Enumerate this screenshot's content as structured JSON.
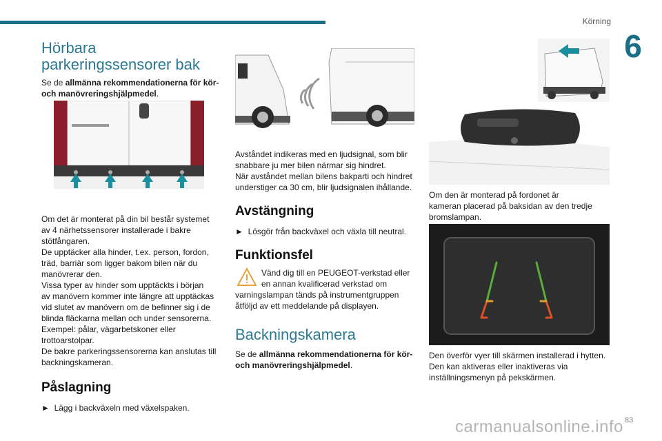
{
  "header": {
    "section_name": "Körning",
    "chapter_number": "6"
  },
  "col1": {
    "title_line1": "Hörbara",
    "title_line2": "parkeringssensorer bak",
    "ref_prefix": "Se de ",
    "ref_bold": "allmänna rekommendationerna för kör-och manövreringshjälpmedel",
    "ref_suffix": ".",
    "para1": [
      "Om det är monterat på din bil består systemet",
      "av 4 närhetssensorer installerade i bakre",
      "stötfångaren.",
      "De upptäcker alla hinder, t.ex. person, fordon,",
      "träd, barriär som ligger bakom bilen när du",
      "manövrerar den.",
      "Vissa typer av hinder som upptäckts i början",
      "av manövern kommer inte längre att upptäckas",
      "vid slutet av manövern om de befinner sig i de",
      "blinda fläckarna mellan och under sensorerna.",
      "Exempel: pålar, vägarbetskoner eller",
      "trottoarstolpar.",
      "De bakre parkeringssensorerna kan anslutas till",
      "backningskameran."
    ],
    "heading_paslagning": "Påslagning",
    "paslagning_step": "Lägg i backväxeln med växelspaken."
  },
  "col2": {
    "para1": [
      "Avståndet indikeras med en ljudsignal, som blir",
      "snabbare ju mer bilen närmar sig hindret.",
      "När avståndet mellan bilens bakparti och hindret",
      "understiger ca 30 cm, blir ljudsignalen ihållande."
    ],
    "heading_avstangning": "Avstängning",
    "avstangning_step": "Lösgör från backväxel och växla till neutral.",
    "heading_funktionsfel": "Funktionsfel",
    "funktionsfel_lines": [
      "Vänd dig till en PEUGEOT-verkstad eller",
      "en annan kvalificerad verkstad om",
      "varningslampan tänds på instrumentgruppen",
      "åtföljd av ett meddelande på displayen."
    ],
    "title_backningskamera": "Backningskamera",
    "ref_prefix": "Se de ",
    "ref_bold": "allmänna rekommendationerna för kör-och manövreringshjälpmedel",
    "ref_suffix": "."
  },
  "col3": {
    "para1": [
      "Om den är monterad på fordonet är",
      "kameran placerad på baksidan av den tredje",
      "bromslampan."
    ],
    "para2": [
      "Den överför vyer till skärmen installerad i hytten.",
      "Den kan aktiveras eller inaktiveras via",
      "inställningsmenyn på pekskärmen."
    ]
  },
  "icons": {
    "step_arrow": "►",
    "warning": "warning-triangle-icon",
    "sensor_arrow": "up-arrow-icon",
    "camera_arrow": "left-arrow-icon"
  },
  "colors": {
    "accent": "#1a6f86",
    "warning": "#e8a33a",
    "guide_green": "#5cab3c",
    "guide_red": "#d9532a"
  },
  "footer": {
    "page_number": "83",
    "watermark": "carmanualsonline.info"
  }
}
